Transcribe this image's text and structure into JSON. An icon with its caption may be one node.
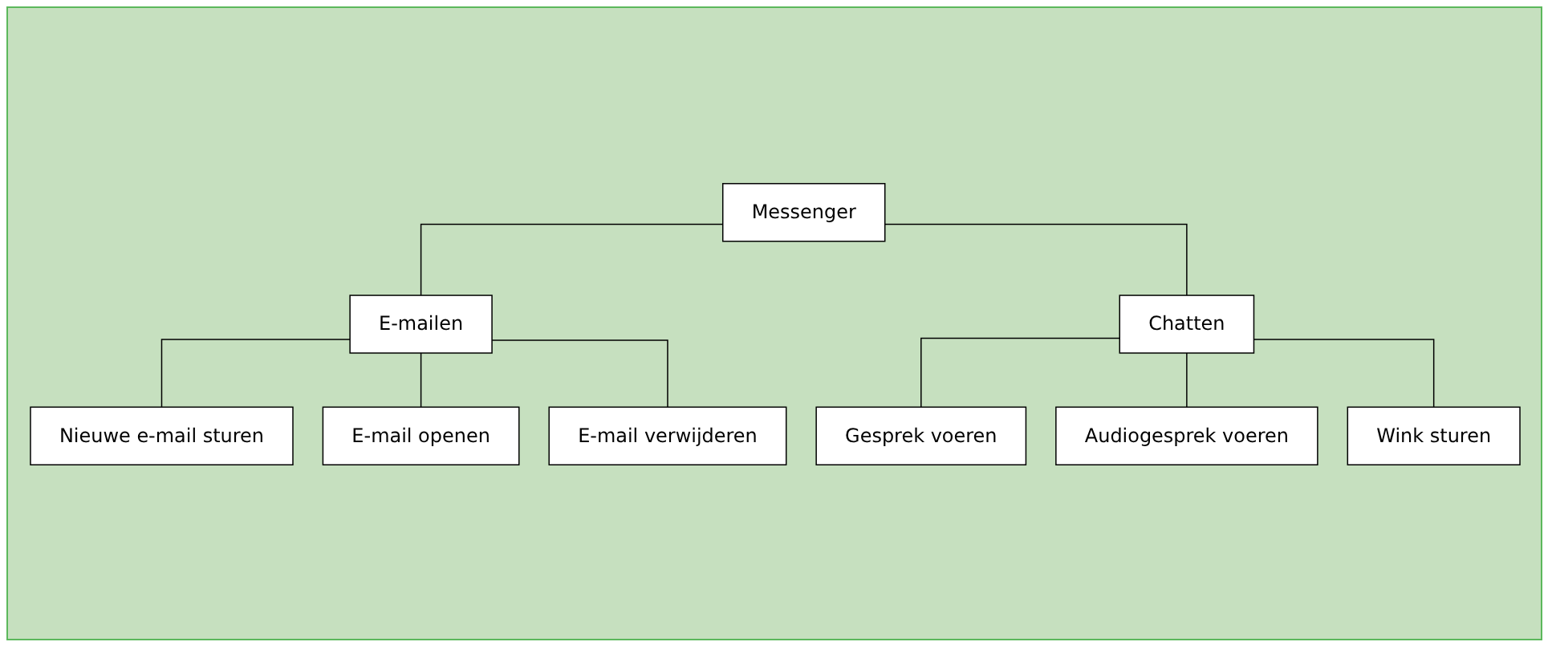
{
  "diagram": {
    "nodes": [
      {
        "text": [
          "Messenger"
        ]
      },
      {
        "text": [
          "E-mailen"
        ]
      },
      {
        "text": [
          "Chatten"
        ]
      },
      {
        "text": [
          "Nieuwe e-mail sturen"
        ]
      },
      {
        "text": [
          "E-mail openen"
        ]
      },
      {
        "text": [
          "E-mail verwijderen"
        ]
      },
      {
        "text": [
          "Gesprek voeren"
        ]
      },
      {
        "text": [
          "Audiogesprek voeren"
        ]
      },
      {
        "text": [
          "Wink sturen"
        ]
      }
    ],
    "edges": [
      {
        "from": 0,
        "to": 1,
        "arrow": "none"
      },
      {
        "from": 0,
        "to": 2,
        "arrow": "none"
      },
      {
        "from": 1,
        "to": 3,
        "arrow": "none"
      },
      {
        "from": 1,
        "to": 4,
        "arrow": "none"
      },
      {
        "from": 1,
        "to": 5,
        "arrow": "none"
      },
      {
        "from": 2,
        "to": 6,
        "arrow": "none"
      },
      {
        "from": 2,
        "to": 7,
        "arrow": "none"
      },
      {
        "from": 2,
        "to": 8,
        "arrow": "none"
      }
    ]
  }
}
